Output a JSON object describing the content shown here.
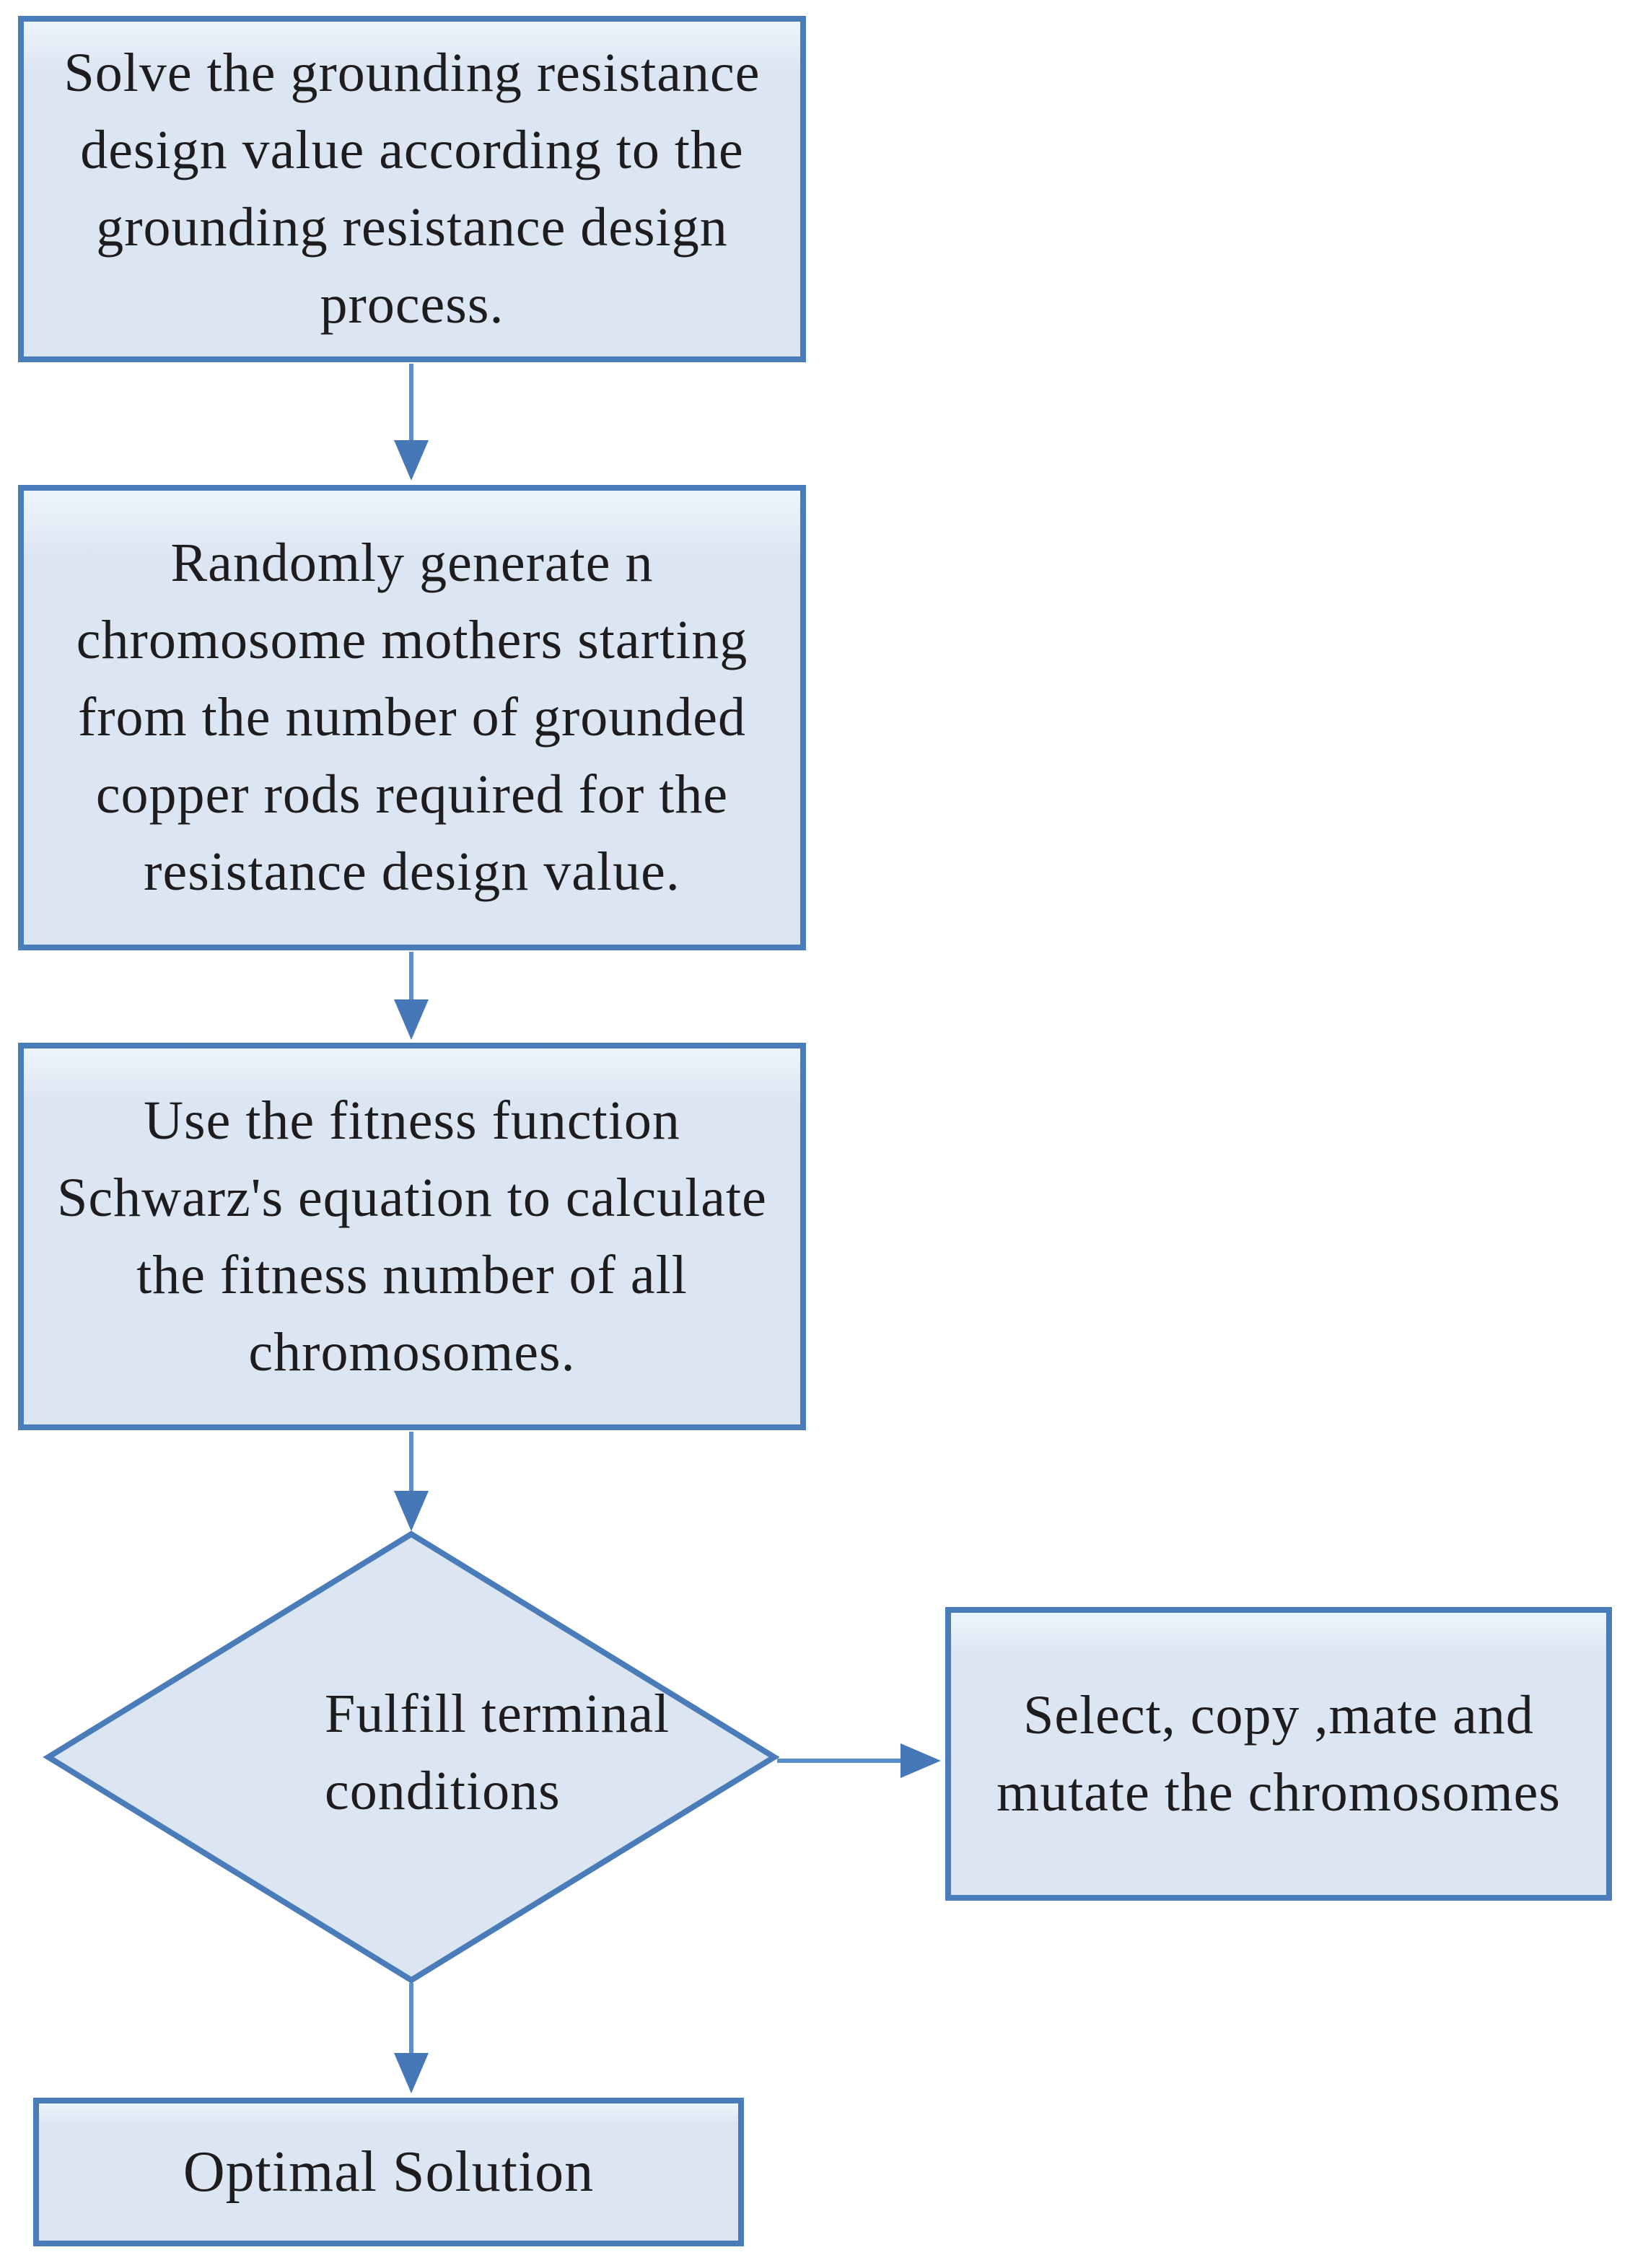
{
  "palette": {
    "canvas_bg": "#ffffff",
    "node_fill": "#dce6f2",
    "node_fill_top": "#eef4fb",
    "node_border": "#4a7cba",
    "arrow_line": "#5b8fc9",
    "arrow_head": "#4678b8",
    "text_color": "#1d1d1f"
  },
  "flowchart": {
    "type": "flowchart",
    "nodes": {
      "solve": {
        "shape": "process",
        "label": "Solve the grounding resistance\ndesign value according to the\ngrounding resistance design\nprocess."
      },
      "generate": {
        "shape": "process",
        "label": "Randomly generate n\nchromosome mothers starting\nfrom the number of grounded\ncopper rods required for the\nresistance design value."
      },
      "fitness": {
        "shape": "process",
        "label": "Use the fitness function\nSchwarz's equation to calculate\nthe fitness number of all\nchromosomes."
      },
      "decision": {
        "shape": "decision",
        "label": "Fulfill terminal\nconditions"
      },
      "mutate": {
        "shape": "process",
        "label": "Select, copy ,mate and\nmutate the  chromosomes"
      },
      "optimal": {
        "shape": "process",
        "label": "Optimal Solution"
      }
    },
    "edges": [
      {
        "from": "solve",
        "to": "generate"
      },
      {
        "from": "generate",
        "to": "fitness"
      },
      {
        "from": "fitness",
        "to": "decision"
      },
      {
        "from": "decision",
        "to": "mutate",
        "side": "right"
      },
      {
        "from": "decision",
        "to": "optimal",
        "side": "bottom"
      }
    ]
  }
}
